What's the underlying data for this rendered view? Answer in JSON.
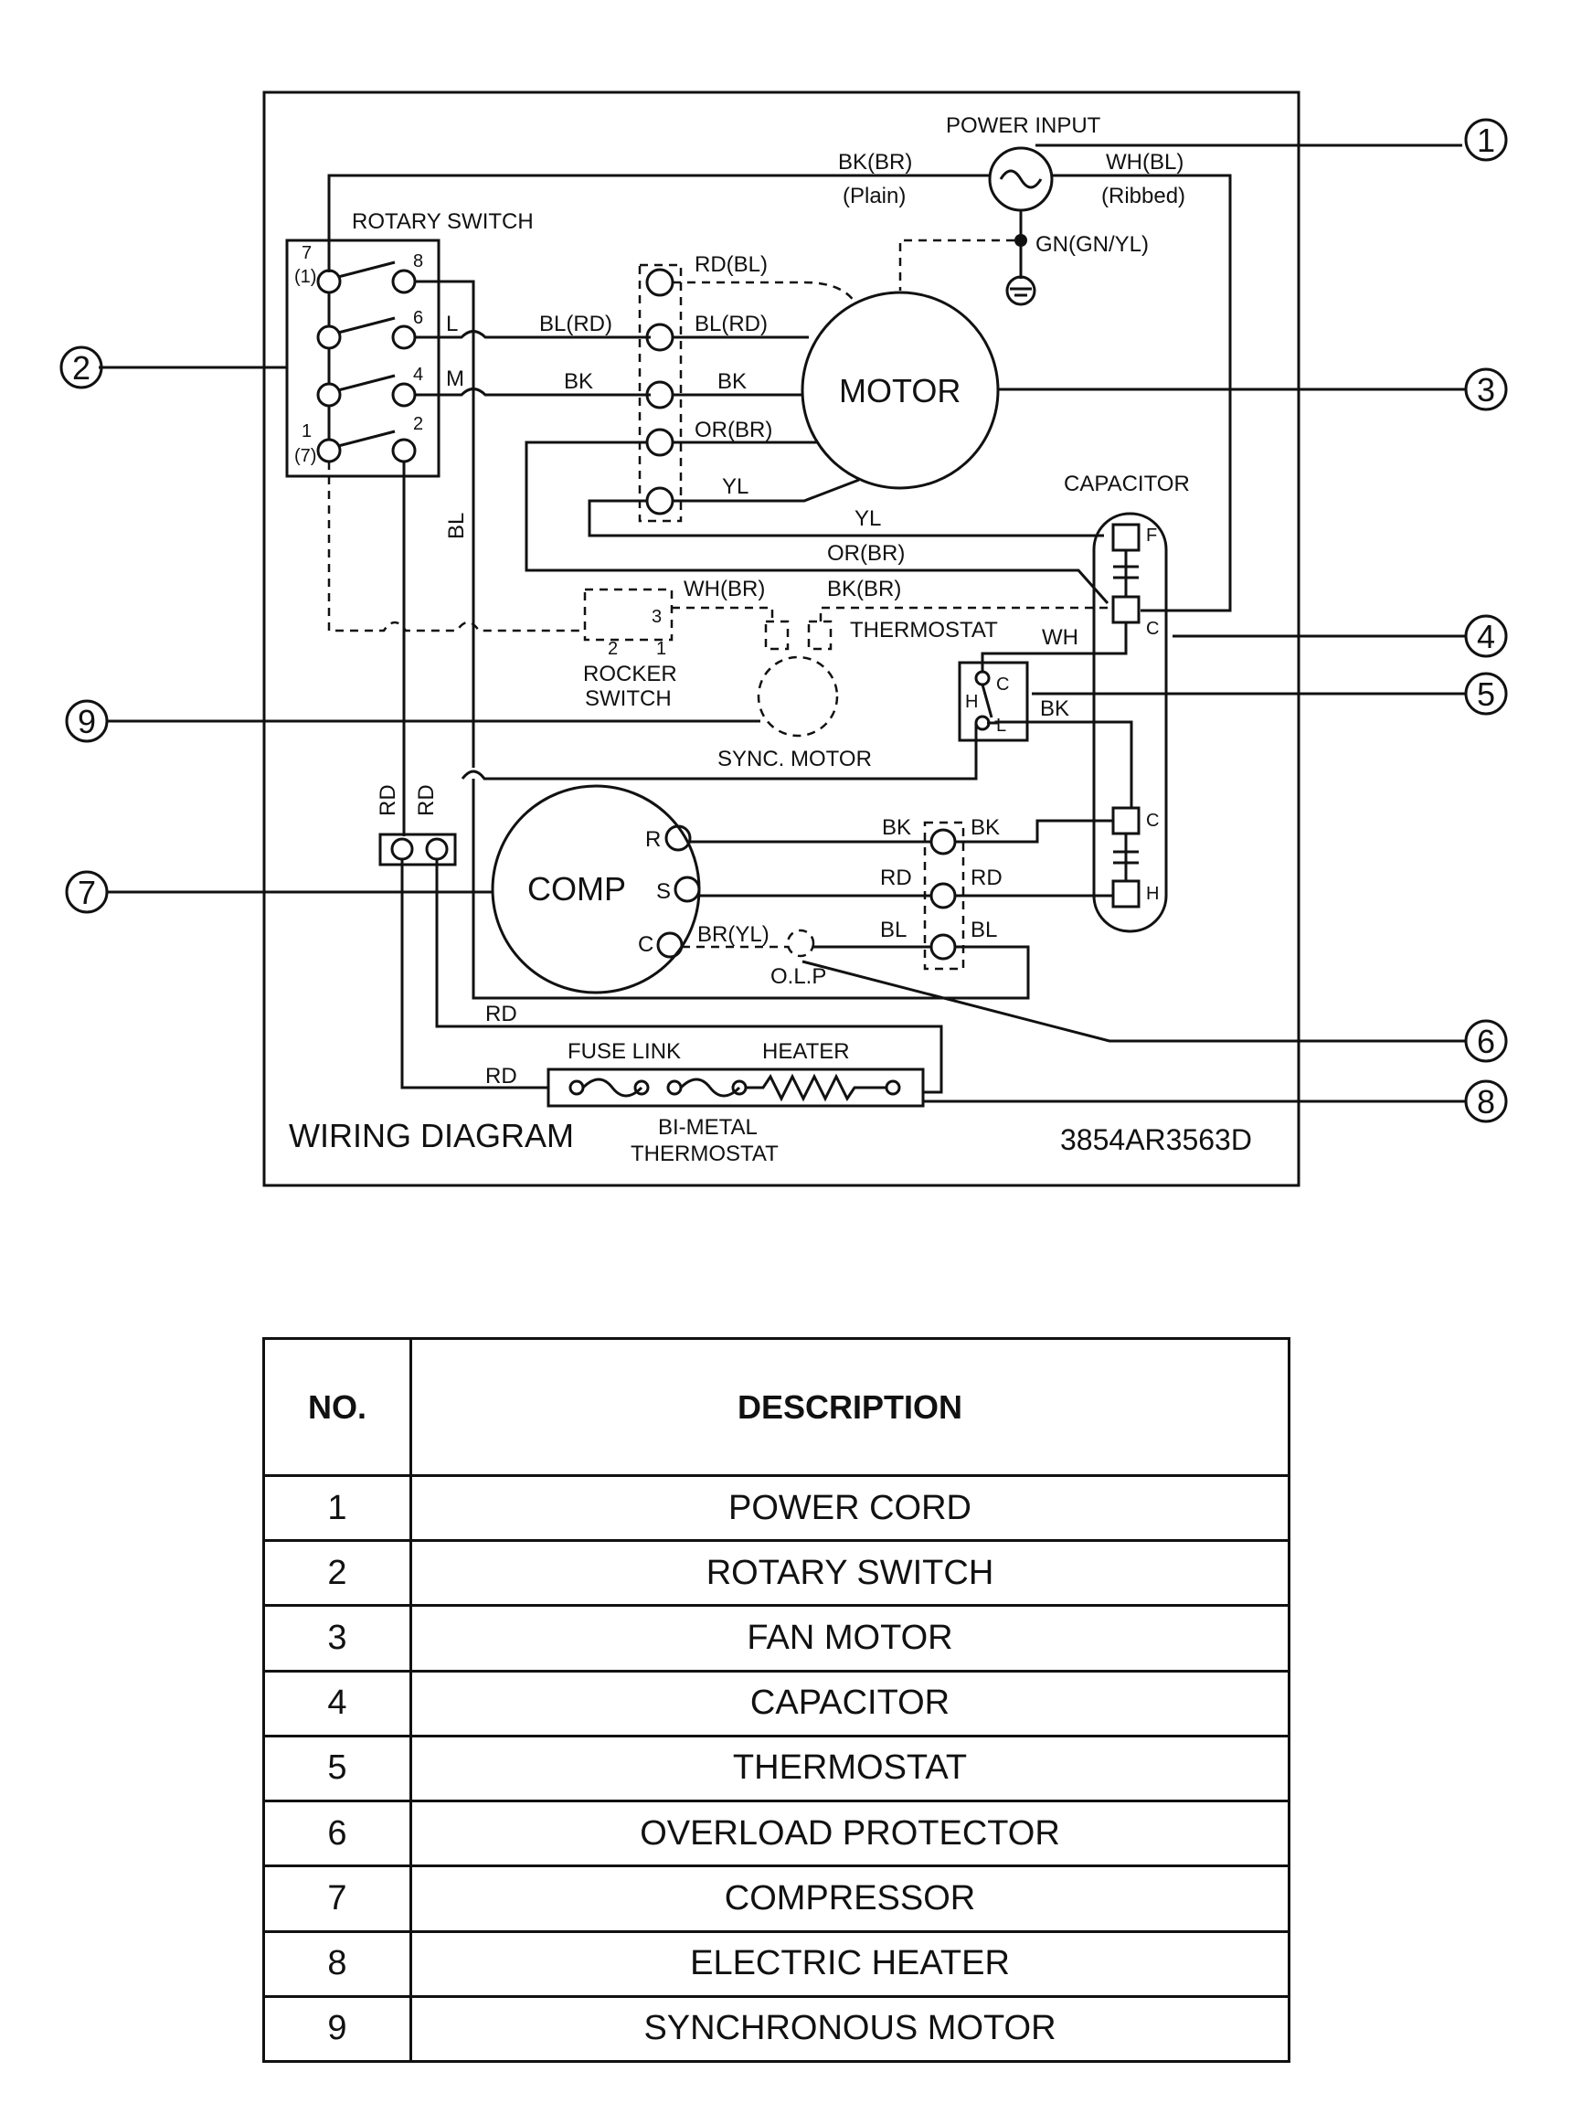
{
  "diagram": {
    "title": "WIRING DIAGRAM",
    "code": "3854AR3563D",
    "callouts": [
      "1",
      "2",
      "3",
      "4",
      "5",
      "6",
      "7",
      "8",
      "9"
    ],
    "labels": {
      "power_input": "POWER INPUT",
      "bk_br": "BK(BR)",
      "plain": "(Plain)",
      "wh_bl": "WH(BL)",
      "ribbed": "(Ribbed)",
      "gn": "GN(GN/YL)",
      "rotary_switch": "ROTARY SWITCH",
      "motor": "MOTOR",
      "rd_bl": "RD(BL)",
      "bl_rd": "BL(RD)",
      "bk": "BK",
      "or_br": "OR(BR)",
      "yl": "YL",
      "capacitor": "CAPACITOR",
      "f": "F",
      "c": "C",
      "h": "H",
      "l": "L",
      "m": "M",
      "bl": "BL",
      "rd": "RD",
      "wh": "WH",
      "wh_br": "WH(BR)",
      "thermostat": "THERMOSTAT",
      "rocker": "ROCKER",
      "switch": "SWITCH",
      "sync_motor": "SYNC. MOTOR",
      "comp": "COMP",
      "r": "R",
      "s": "S",
      "br_yl": "BR(YL)",
      "olp": "O.L.P",
      "fuse_link": "FUSE LINK",
      "heater": "HEATER",
      "bi_metal": "BI-METAL",
      "bimetal_thermostat": "THERMOSTAT",
      "t7": "7",
      "t1p": "(1)",
      "t8": "8",
      "t6": "6",
      "t4": "4",
      "t1": "1",
      "t7p": "(7)",
      "t2": "2",
      "t3": "3"
    }
  },
  "table": {
    "headers": {
      "no": "NO.",
      "description": "DESCRIPTION"
    },
    "rows": [
      {
        "no": "1",
        "description": "POWER CORD"
      },
      {
        "no": "2",
        "description": "ROTARY SWITCH"
      },
      {
        "no": "3",
        "description": "FAN MOTOR"
      },
      {
        "no": "4",
        "description": "CAPACITOR"
      },
      {
        "no": "5",
        "description": "THERMOSTAT"
      },
      {
        "no": "6",
        "description": "OVERLOAD PROTECTOR"
      },
      {
        "no": "7",
        "description": "COMPRESSOR"
      },
      {
        "no": "8",
        "description": "ELECTRIC HEATER"
      },
      {
        "no": "9",
        "description": "SYNCHRONOUS MOTOR"
      }
    ]
  }
}
